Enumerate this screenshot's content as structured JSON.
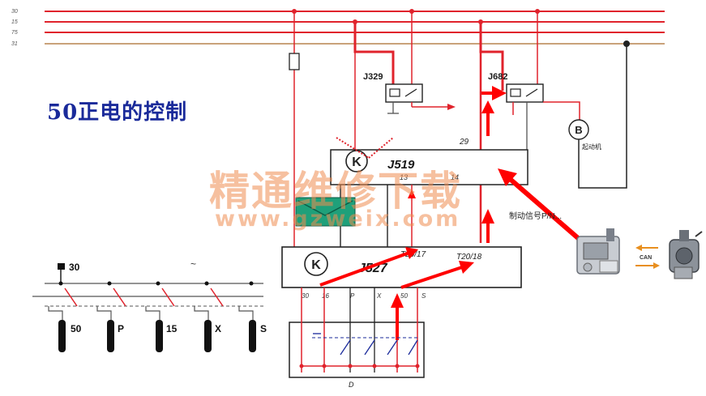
{
  "diagram": {
    "title": "50正电的控制",
    "watermark": {
      "cn": "精通维修下载",
      "url": "www.gzweix.com"
    },
    "rails": [
      "30",
      "15",
      "75",
      "31"
    ],
    "modules": {
      "j519": {
        "name": "J519",
        "pins": [
          "13",
          "14"
        ],
        "pin_29": "29"
      },
      "j527": {
        "name": "J527",
        "pin_t20_17": "T20/17",
        "pin_t20_18": "T20/18",
        "pins": [
          "30",
          "16",
          "P",
          "X",
          "50",
          "S"
        ]
      },
      "j329": "J329",
      "j682": "J682",
      "starter": {
        "symbol": "B",
        "label": "起动机"
      },
      "k_symbol": "K",
      "d_label": "D"
    },
    "signal_label": "制动信号P/N...",
    "can_label": "CAN",
    "switch_legend": {
      "top": "30",
      "mark": "~",
      "positions": [
        "50",
        "P",
        "15",
        "X",
        "S"
      ]
    },
    "colors": {
      "wire": "#e0232c",
      "highlight": "#ff0000",
      "text_blue": "#1a2a9a",
      "fuse_green": "#1fa07a",
      "wire_brown": "#c9a27a",
      "wire_dark": "#333333"
    }
  }
}
